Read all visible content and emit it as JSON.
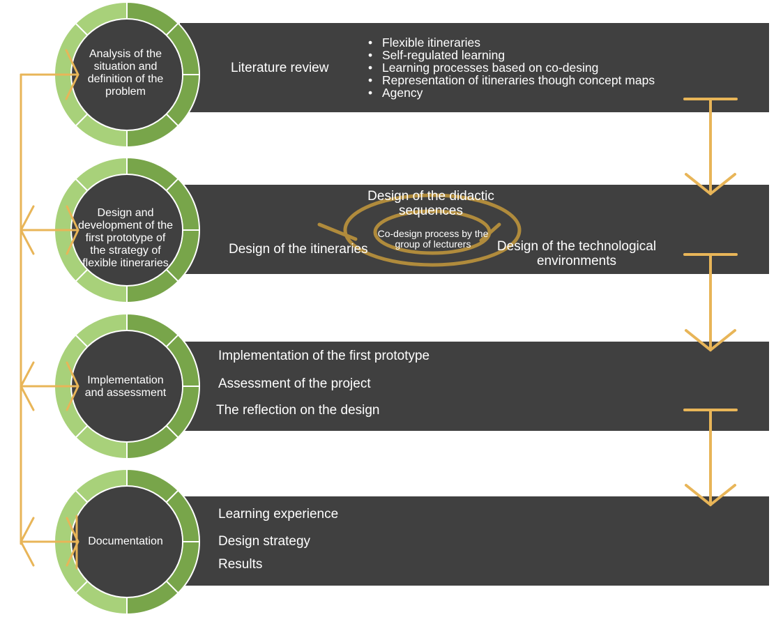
{
  "colors": {
    "band": "#404040",
    "ring_light": "#a8d17a",
    "ring_dark": "#78a54a",
    "core": "#404040",
    "connector": "#e8b558",
    "spiral": "#b08b3c"
  },
  "phases": [
    {
      "circle_label": "Analysis of the situation and definition of the problem",
      "heading": "Literature review",
      "items": [
        "Flexible itineraries",
        "Self-regulated learning",
        "Learning processes based on co-desing",
        "Representation of itineraries though concept maps",
        "Agency"
      ]
    },
    {
      "circle_label": "Design and development of the first prototype of the strategy of flexible itineraries",
      "left_label": "Design of the itineraries",
      "top_label": "Design of the didactic sequences",
      "center_label": "Co-design process by the group of lecturers",
      "right_label": "Design of the technological environments"
    },
    {
      "circle_label": "Implementation and assessment",
      "items": [
        "Implementation of the first prototype",
        "Assessment of the project",
        "The reflection on the design"
      ]
    },
    {
      "circle_label": "Documentation",
      "items": [
        "Learning experience",
        "Design strategy",
        "Results"
      ]
    }
  ]
}
